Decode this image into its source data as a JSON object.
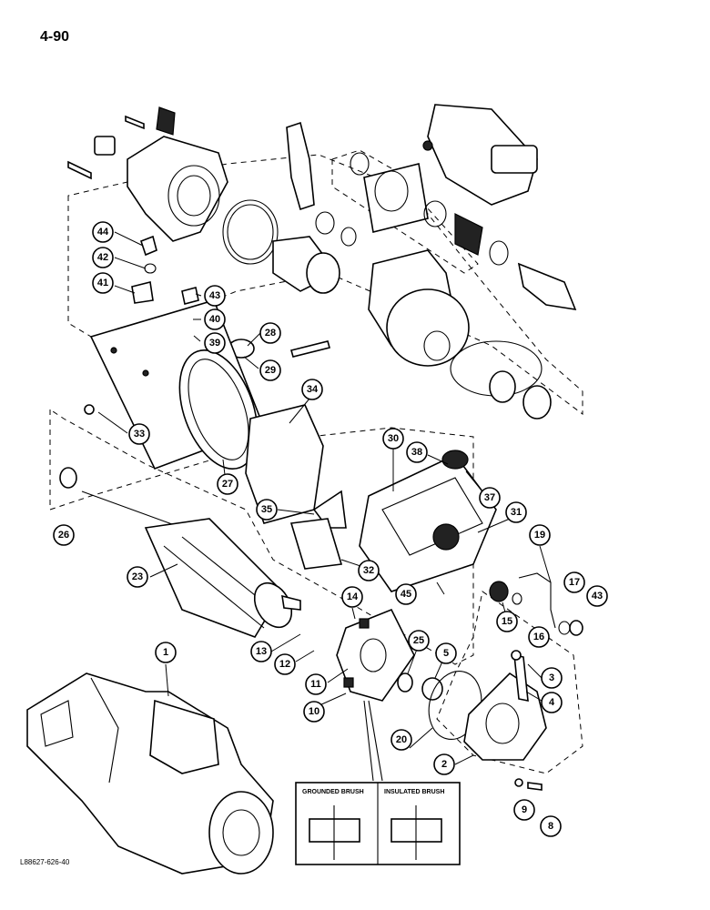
{
  "page": {
    "number": "4-90",
    "figure_code": "L88627-626-40"
  },
  "callouts": [
    {
      "id": "c1",
      "label": "1"
    },
    {
      "id": "c2",
      "label": "2"
    },
    {
      "id": "c3",
      "label": "3"
    },
    {
      "id": "c4",
      "label": "4"
    },
    {
      "id": "c5",
      "label": "5"
    },
    {
      "id": "c8",
      "label": "8"
    },
    {
      "id": "c9",
      "label": "9"
    },
    {
      "id": "c10",
      "label": "10"
    },
    {
      "id": "c11",
      "label": "11"
    },
    {
      "id": "c12",
      "label": "12"
    },
    {
      "id": "c13",
      "label": "13"
    },
    {
      "id": "c14",
      "label": "14"
    },
    {
      "id": "c15",
      "label": "15"
    },
    {
      "id": "c16",
      "label": "16"
    },
    {
      "id": "c17",
      "label": "17"
    },
    {
      "id": "c19",
      "label": "19"
    },
    {
      "id": "c20",
      "label": "20"
    },
    {
      "id": "c23",
      "label": "23"
    },
    {
      "id": "c25",
      "label": "25"
    },
    {
      "id": "c26",
      "label": "26"
    },
    {
      "id": "c27",
      "label": "27"
    },
    {
      "id": "c28",
      "label": "28"
    },
    {
      "id": "c29",
      "label": "29"
    },
    {
      "id": "c30",
      "label": "30"
    },
    {
      "id": "c31",
      "label": "31"
    },
    {
      "id": "c32",
      "label": "32"
    },
    {
      "id": "c33",
      "label": "33"
    },
    {
      "id": "c34",
      "label": "34"
    },
    {
      "id": "c35",
      "label": "35"
    },
    {
      "id": "c37",
      "label": "37"
    },
    {
      "id": "c38",
      "label": "38"
    },
    {
      "id": "c39",
      "label": "39"
    },
    {
      "id": "c40",
      "label": "40"
    },
    {
      "id": "c41",
      "label": "41"
    },
    {
      "id": "c42",
      "label": "42"
    },
    {
      "id": "c43a",
      "label": "43"
    },
    {
      "id": "c43b",
      "label": "43"
    },
    {
      "id": "c44",
      "label": "44"
    },
    {
      "id": "c45",
      "label": "45"
    }
  ],
  "inset": {
    "left_title": "GROUNDED BRUSH",
    "right_title": "INSULATED BRUSH"
  }
}
